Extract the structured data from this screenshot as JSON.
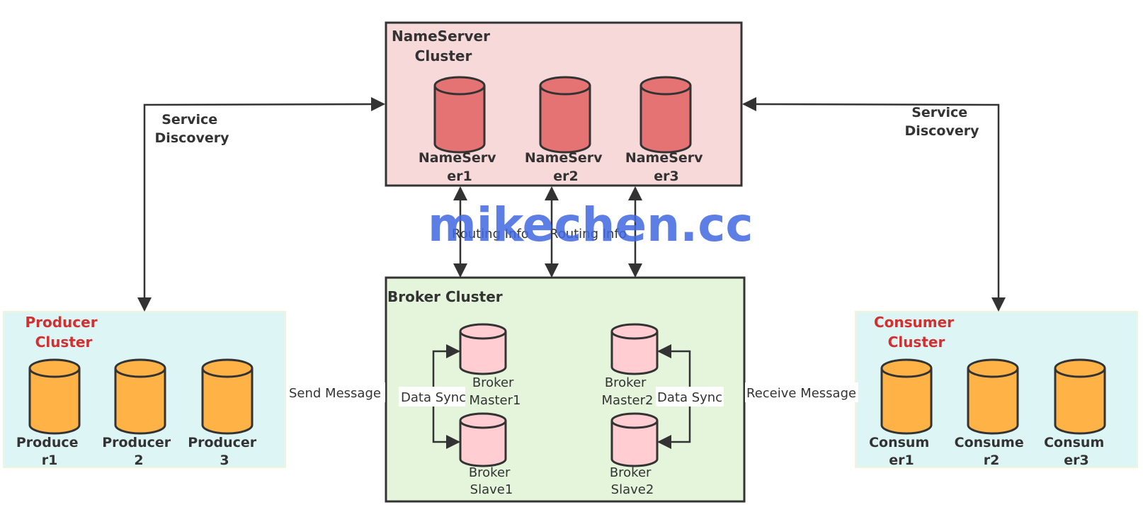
{
  "colors": {
    "nameserver_fill": "#f8d9d9",
    "nameserver_cyl": "#e57373",
    "broker_fill": "#e4f5dc",
    "broker_cyl": "#ffcdd2",
    "edge_fill": "#def5f5",
    "edge_cyl": "#ffb347",
    "stroke": "#333333",
    "accent_red": "#d32f2f",
    "watermark": "#4169e1"
  },
  "nameserver_cluster": {
    "title_line1": "NameServer",
    "title_line2": "Cluster",
    "nodes": [
      {
        "line1": "NameServ",
        "line2": "er1"
      },
      {
        "line1": "NameServ",
        "line2": "er2"
      },
      {
        "line1": "NameServ",
        "line2": "er3"
      }
    ]
  },
  "broker_cluster": {
    "title": "Broker Cluster",
    "brokers": [
      {
        "line1": "Broker",
        "line2": "Master1"
      },
      {
        "line1": "Broker",
        "line2": "Slave1"
      },
      {
        "line1": "Broker",
        "line2": "Master2"
      },
      {
        "line1": "Broker",
        "line2": "Slave2"
      }
    ],
    "sync_label_left": "Data Sync",
    "sync_label_right": "Data Sync"
  },
  "producer_cluster": {
    "title_line1": "Producer",
    "title_line2": "Cluster",
    "nodes": [
      {
        "line1": "Produce",
        "line2": "r1"
      },
      {
        "line1": "Producer",
        "line2": "2"
      },
      {
        "line1": "Producer",
        "line2": "3"
      }
    ]
  },
  "consumer_cluster": {
    "title_line1": "Consumer",
    "title_line2": "Cluster",
    "nodes": [
      {
        "line1": "Consum",
        "line2": "er1"
      },
      {
        "line1": "Consume",
        "line2": "r2"
      },
      {
        "line1": "Consum",
        "line2": "er3"
      }
    ]
  },
  "edges": {
    "service_discovery_left_line1": "Service",
    "service_discovery_left_line2": "Discovery",
    "service_discovery_right_line1": "Service",
    "service_discovery_right_line2": "Discovery",
    "routing_info_1": "Routing Info",
    "routing_info_2": "Routing Info",
    "send_message": "Send Message",
    "receive_message": "Receive Message"
  },
  "watermark": "mikechen.cc"
}
